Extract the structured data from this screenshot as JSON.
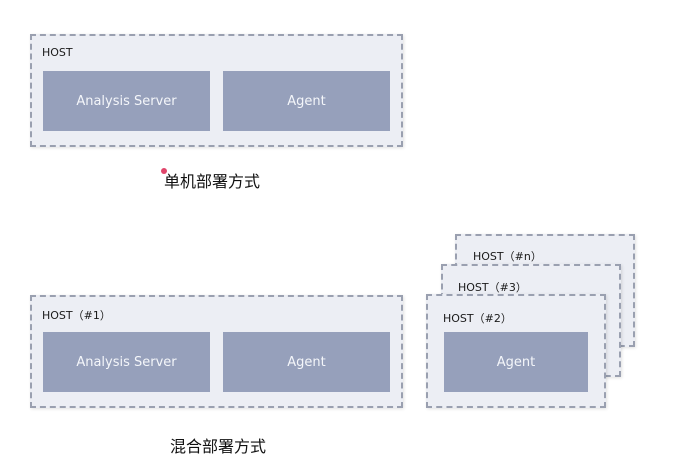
{
  "standalone": {
    "host_label": "HOST",
    "components": [
      "Analysis Server",
      "Agent"
    ],
    "caption": "单机部署方式"
  },
  "hybrid": {
    "main_host": {
      "label": "HOST（#1）",
      "components": [
        "Analysis Server",
        "Agent"
      ]
    },
    "stack": [
      {
        "label": "HOST（#n）"
      },
      {
        "label": "HOST（#3）"
      },
      {
        "label": "HOST（#2）",
        "component": "Agent"
      }
    ],
    "caption": "混合部署方式"
  },
  "colors": {
    "host_fill": "#eceef4",
    "host_border": "#9aa0b0",
    "component_fill": "#96a0bb",
    "component_text": "#f4f6fa"
  }
}
